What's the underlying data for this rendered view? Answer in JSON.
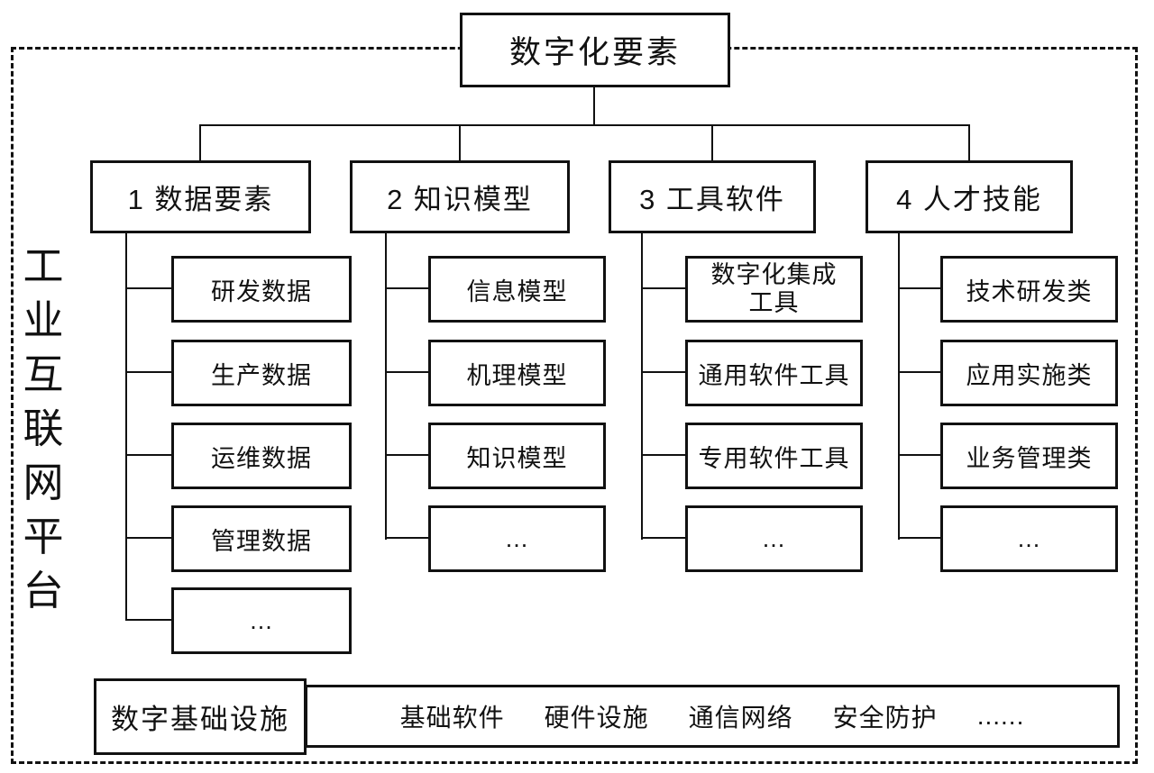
{
  "root": {
    "title": "数字化要素"
  },
  "platform_label": "工业互联网平台",
  "columns": [
    {
      "title": "1 数据要素",
      "children": [
        "研发数据",
        "生产数据",
        "运维数据",
        "管理数据",
        "..."
      ]
    },
    {
      "title": "2 知识模型",
      "children": [
        "信息模型",
        "机理模型",
        "知识模型",
        "..."
      ]
    },
    {
      "title": "3 工具软件",
      "children": [
        "数字化集成工具",
        "通用软件工具",
        "专用软件工具",
        "..."
      ]
    },
    {
      "title": "4 人才技能",
      "children": [
        "技术研发类",
        "应用实施类",
        "业务管理类",
        "..."
      ]
    }
  ],
  "infrastructure": {
    "title": "数字基础设施",
    "items": [
      "基础软件",
      "硬件设施",
      "通信网络",
      "安全防护",
      "......"
    ]
  },
  "colors": {
    "line": "#111111",
    "background": "#ffffff",
    "text": "#111111"
  }
}
